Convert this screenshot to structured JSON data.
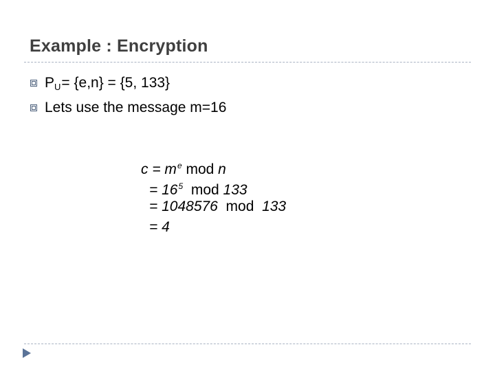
{
  "slide": {
    "title": "Example : Encryption",
    "bullets": [
      {
        "key": "P",
        "key_subscript": "U",
        "text": "= {e,n} = {5, 133}"
      },
      {
        "text": "Lets use the message m=16"
      }
    ],
    "equation": {
      "line1": {
        "lhs": "c = m",
        "exponent": "e",
        "mod": " mod ",
        "n": "n"
      },
      "line2": {
        "value": "= 16",
        "exponent": "5",
        "mod": "  mod ",
        "modulus": "133"
      },
      "line3": {
        "value": "= 1048576",
        "mod": "  mod  ",
        "modulus": "133"
      },
      "line4": {
        "value": "= 4"
      }
    }
  },
  "colors": {
    "title": "#3f3f3f",
    "rule": "#a9b3c2",
    "bullet": "#4a5e7a",
    "nav_arrow": "#5b7398"
  },
  "icons": {
    "bullet": "square-bullet-icon",
    "nav": "nav-arrow-icon"
  }
}
